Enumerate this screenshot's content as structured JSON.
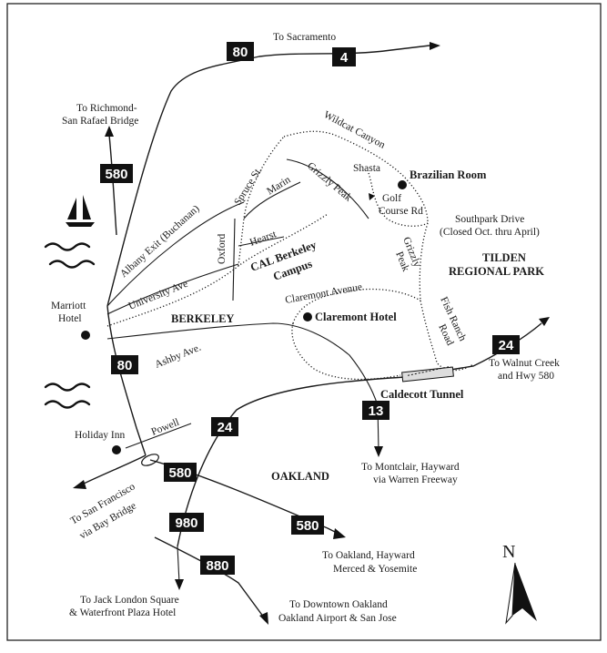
{
  "map": {
    "shields": {
      "i80_top": "80",
      "hwy4": "4",
      "i580_left": "580",
      "i80_mid": "80",
      "hwy24_right": "24",
      "hwy13": "13",
      "hwy24_mid": "24",
      "i580_bottom": "580",
      "i980": "980",
      "i580_lower": "580",
      "i880": "880"
    },
    "destinations": {
      "sacramento": "To Sacramento",
      "richmond_1": "To Richmond-",
      "richmond_2": "San Rafael Bridge",
      "walnut_creek_1": "To Walnut Creek",
      "walnut_creek_2": "and Hwy 580",
      "montclair_1": "To Montclair, Hayward",
      "montclair_2": "via Warren Freeway",
      "san_francisco_1": "To San Francisco",
      "san_francisco_2": "via Bay Bridge",
      "oakland_hayward_1": "To Oakland, Hayward",
      "oakland_hayward_2": "Merced & Yosemite",
      "jack_london_1": "To Jack London Square",
      "jack_london_2": "& Waterfront Plaza Hotel",
      "downtown_1": "To Downtown Oakland",
      "downtown_2": "Oakland Airport & San Jose"
    },
    "streets": {
      "wildcat_canyon": "Wildcat Canyon",
      "shasta": "Shasta",
      "golf_course_1": "Golf",
      "golf_course_2": "Course Rd",
      "spruce": "Spruce St.",
      "marin": "Marin",
      "grizzly_peak": "Grizzly Peak",
      "albany_exit": "Albany Exit (Buchanan)",
      "oxford": "Oxford",
      "hearst": "Hearst",
      "university": "University Ave",
      "southpark_1": "Southpark Drive",
      "southpark_2": "(Closed Oct. thru April)",
      "grizzly_2a": "Grizzly",
      "grizzly_2b": "Peak",
      "claremont_ave": "Claremont Avenue",
      "fish_ranch_1": "Fish Ranch",
      "fish_ranch_2": "Road",
      "ashby": "Ashby Ave.",
      "powell": "Powell"
    },
    "places": {
      "brazilian_room": "Brazilian Room",
      "cal_campus_1": "CAL Berkeley",
      "cal_campus_2": "Campus",
      "tilden_1": "TILDEN",
      "tilden_2": "REGIONAL PARK",
      "marriott_1": "Marriott",
      "marriott_2": "Hotel",
      "berkeley": "BERKELEY",
      "claremont_hotel": "Claremont Hotel",
      "caldecott": "Caldecott Tunnel",
      "holiday_inn": "Holiday Inn",
      "oakland": "OAKLAND"
    },
    "north_arrow_label": "N"
  }
}
